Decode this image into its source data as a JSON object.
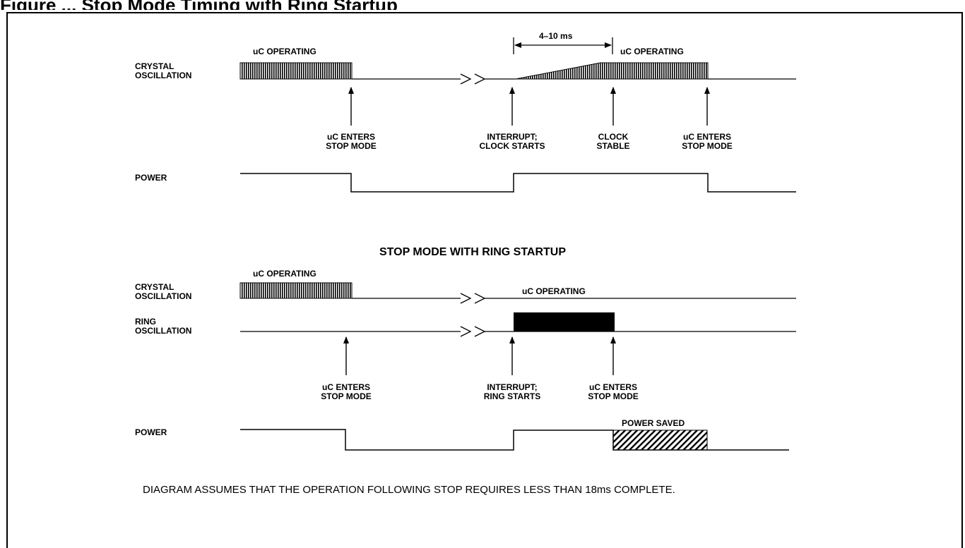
{
  "figure": {
    "title": "Figure ... Stop Mode Timing with Ring Startup",
    "colors": {
      "ink": "#000000",
      "paper": "#ffffff"
    }
  },
  "top_diagram": {
    "crystal_label": [
      "CRYSTAL",
      "OSCILLATION"
    ],
    "operating_left": "uC OPERATING",
    "operating_right": "uC OPERATING",
    "interval": "4–10 ms",
    "events": {
      "enters_stop_1": [
        "uC ENTERS",
        "STOP MODE"
      ],
      "interrupt": [
        "INTERRUPT;",
        "CLOCK STARTS"
      ],
      "clock_stable": [
        "CLOCK",
        "STABLE"
      ],
      "enters_stop_2": [
        "uC ENTERS",
        "STOP MODE"
      ]
    },
    "power_label": "POWER"
  },
  "bottom_diagram": {
    "heading": "STOP MODE WITH RING STARTUP",
    "crystal_label": [
      "CRYSTAL",
      "OSCILLATION"
    ],
    "operating_left": "uC OPERATING",
    "operating_mid": "uC OPERATING",
    "ring_label": [
      "RING",
      "OSCILLATION"
    ],
    "events": {
      "enters_stop_1": [
        "uC ENTERS",
        "STOP MODE"
      ],
      "interrupt": [
        "INTERRUPT;",
        "RING STARTS"
      ],
      "enters_stop_2": [
        "uC ENTERS",
        "STOP MODE"
      ]
    },
    "power_label": "POWER",
    "power_saved": "POWER SAVED"
  },
  "footnote": "DIAGRAM ASSUMES THAT THE OPERATION FOLLOWING STOP REQUIRES LESS THAN 18ms COMPLETE."
}
